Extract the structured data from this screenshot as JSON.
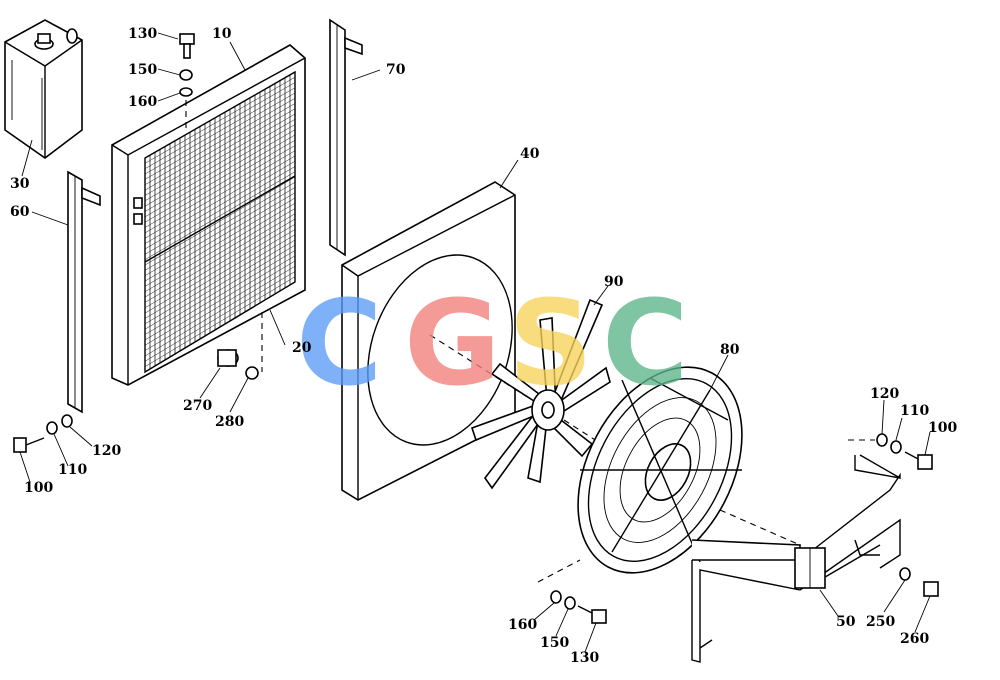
{
  "labels": {
    "l10": "10",
    "l20": "20",
    "l30": "30",
    "l40": "40",
    "l50": "50",
    "l60": "60",
    "l70": "70",
    "l80": "80",
    "l90": "90",
    "l100a": "100",
    "l100b": "100",
    "l110a": "110",
    "l110b": "110",
    "l120a": "120",
    "l120b": "120",
    "l130a": "130",
    "l130b": "130",
    "l150a": "150",
    "l150b": "150",
    "l160a": "160",
    "l160b": "160",
    "l250": "250",
    "l260": "260",
    "l270": "270",
    "l280": "280"
  },
  "watermark": {
    "letters": [
      "C",
      "G",
      "S",
      "C"
    ],
    "colors": [
      "#5b9cf6",
      "#f2807a",
      "#f7d35a",
      "#5cb58a"
    ]
  }
}
